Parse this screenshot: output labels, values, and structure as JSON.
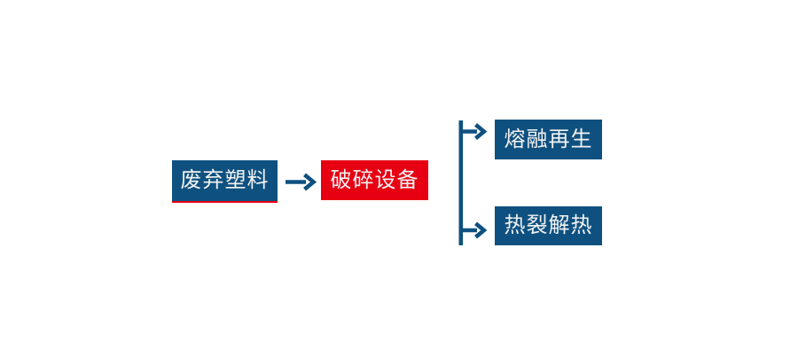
{
  "colors": {
    "blue": "#0e5180",
    "red": "#e60012",
    "node_text": "#f2f2f2",
    "background": "#ffffff"
  },
  "nodes": {
    "waste_plastic": {
      "label": "废弃塑料"
    },
    "crushing_equipment": {
      "label": "破碎设备"
    },
    "melt_regeneration": {
      "label": "熔融再生"
    },
    "pyrolysis": {
      "label": "热裂解热"
    }
  }
}
